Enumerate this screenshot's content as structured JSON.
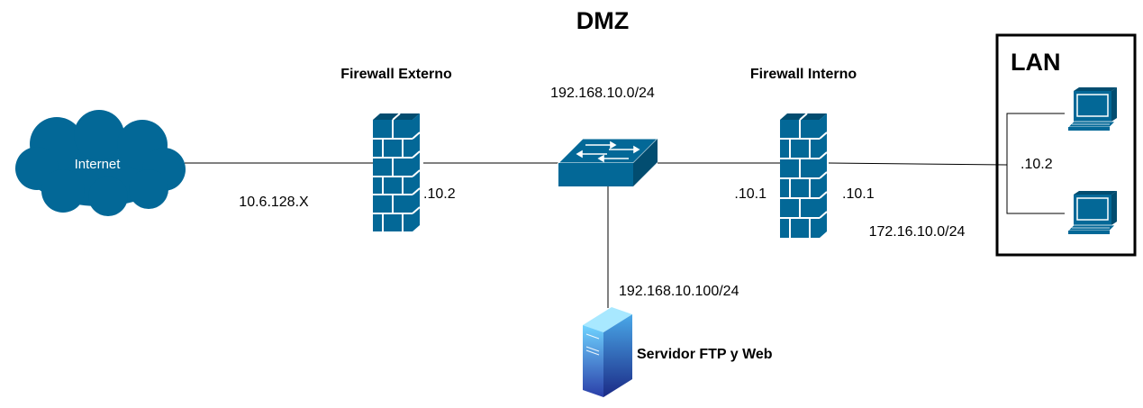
{
  "title": "DMZ",
  "lan": {
    "label": "LAN"
  },
  "nodes": {
    "internet": "Internet",
    "fw_ext": "Firewall Externo",
    "fw_int": "Firewall Interno",
    "server": "Servidor FTP y Web"
  },
  "labels": {
    "internet_ip": "10.6.128.X",
    "fw_ext_right": ".10.2",
    "dmz_net": "192.168.10.0/24",
    "fw_int_left": ".10.1",
    "fw_int_right": ".10.1",
    "lan_net": "172.16.10.0/24",
    "lan_host": ".10.2",
    "server_ip": "192.168.10.100/24"
  },
  "colors": {
    "device": "#036897",
    "device_dark": "#024d70",
    "line": "#000000",
    "server_light": "#6fd3ff",
    "server_dark": "#2a3ea8"
  },
  "icons": [
    "cloud-icon",
    "firewall-icon",
    "switch-icon",
    "server-icon",
    "computer-icon"
  ]
}
